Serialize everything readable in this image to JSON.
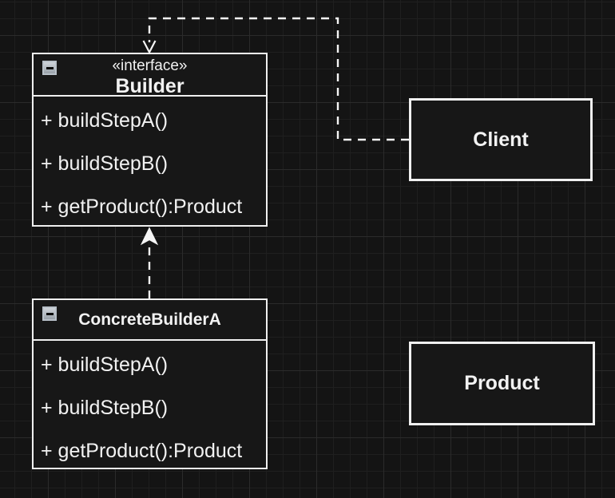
{
  "colors": {
    "background": "#141414",
    "grid_minor": "#1f1f1f",
    "grid_major": "#2b2b2b",
    "shape_fill": "#171717",
    "shape_stroke": "#f0f0f0",
    "text": "#f2f2f2",
    "edge": "#f5f5f5",
    "collapse_button": "#b9c1c9"
  },
  "classes": [
    {
      "id": "builder",
      "stereotype": "«interface»",
      "name": "Builder",
      "methods": [
        "+ buildStepA()",
        "+ buildStepB()",
        "+ getProduct():Product"
      ],
      "collapse_icon": "minus-square"
    },
    {
      "id": "concrete-builder-a",
      "name": "ConcreteBuilderA",
      "methods": [
        "+ buildStepA()",
        "+ buildStepB()",
        "+ getProduct():Product"
      ],
      "collapse_icon": "minus-square"
    }
  ],
  "nodes": [
    {
      "id": "client",
      "label": "Client"
    },
    {
      "id": "product",
      "label": "Product"
    }
  ],
  "edges": [
    {
      "from": "Client",
      "to": "Builder",
      "type": "dependency",
      "line": "dashed",
      "arrowhead": "open-v"
    },
    {
      "from": "ConcreteBuilderA",
      "to": "Builder",
      "type": "realization",
      "line": "dashed",
      "arrowhead": "filled-triangle"
    }
  ]
}
